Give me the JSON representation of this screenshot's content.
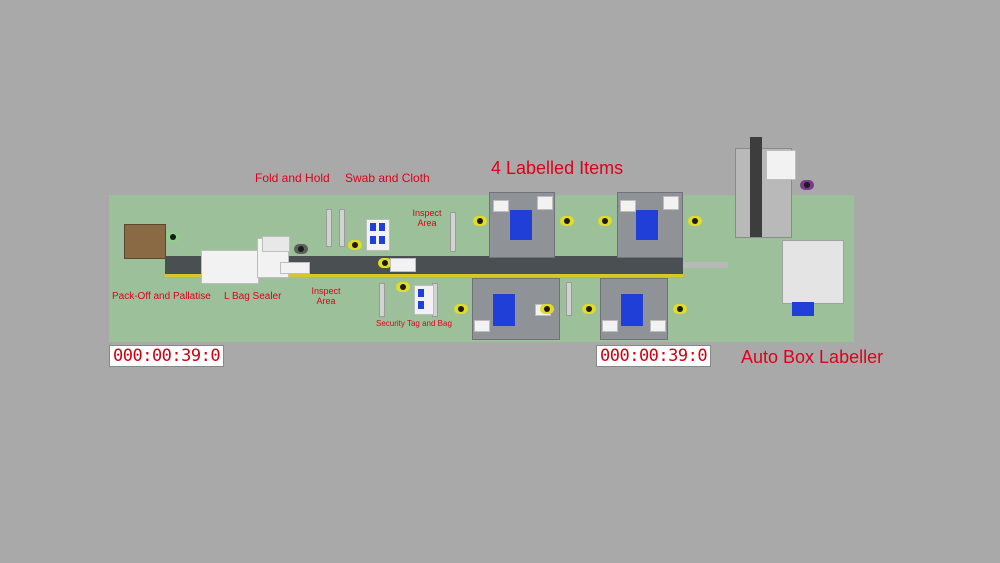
{
  "labels": {
    "fold_and_hold": "Fold and Hold",
    "swab_and_cloth": "Swab and Cloth",
    "labelled_items": "4 Labelled Items",
    "inspect_area_top": "Inspect Area",
    "inspect_area_bottom": "Inspect Area",
    "pack_off": "Pack-Off and Pallatise",
    "l_bag_sealer": "L Bag Sealer",
    "security_tag": "Security Tag and Bag",
    "auto_box_labeller": "Auto Box Labeller"
  },
  "timers": {
    "left": "000:00:39:0",
    "right": "000:00:39:0"
  },
  "colors": {
    "background": "#a9a9a9",
    "floor": "#9cc09a",
    "label_red": "#e0001a",
    "conveyor": "#4a4f52",
    "conveyor_edge": "#d8c62a",
    "worker": "#e2dc22",
    "seat_blue": "#1f3fd8"
  }
}
